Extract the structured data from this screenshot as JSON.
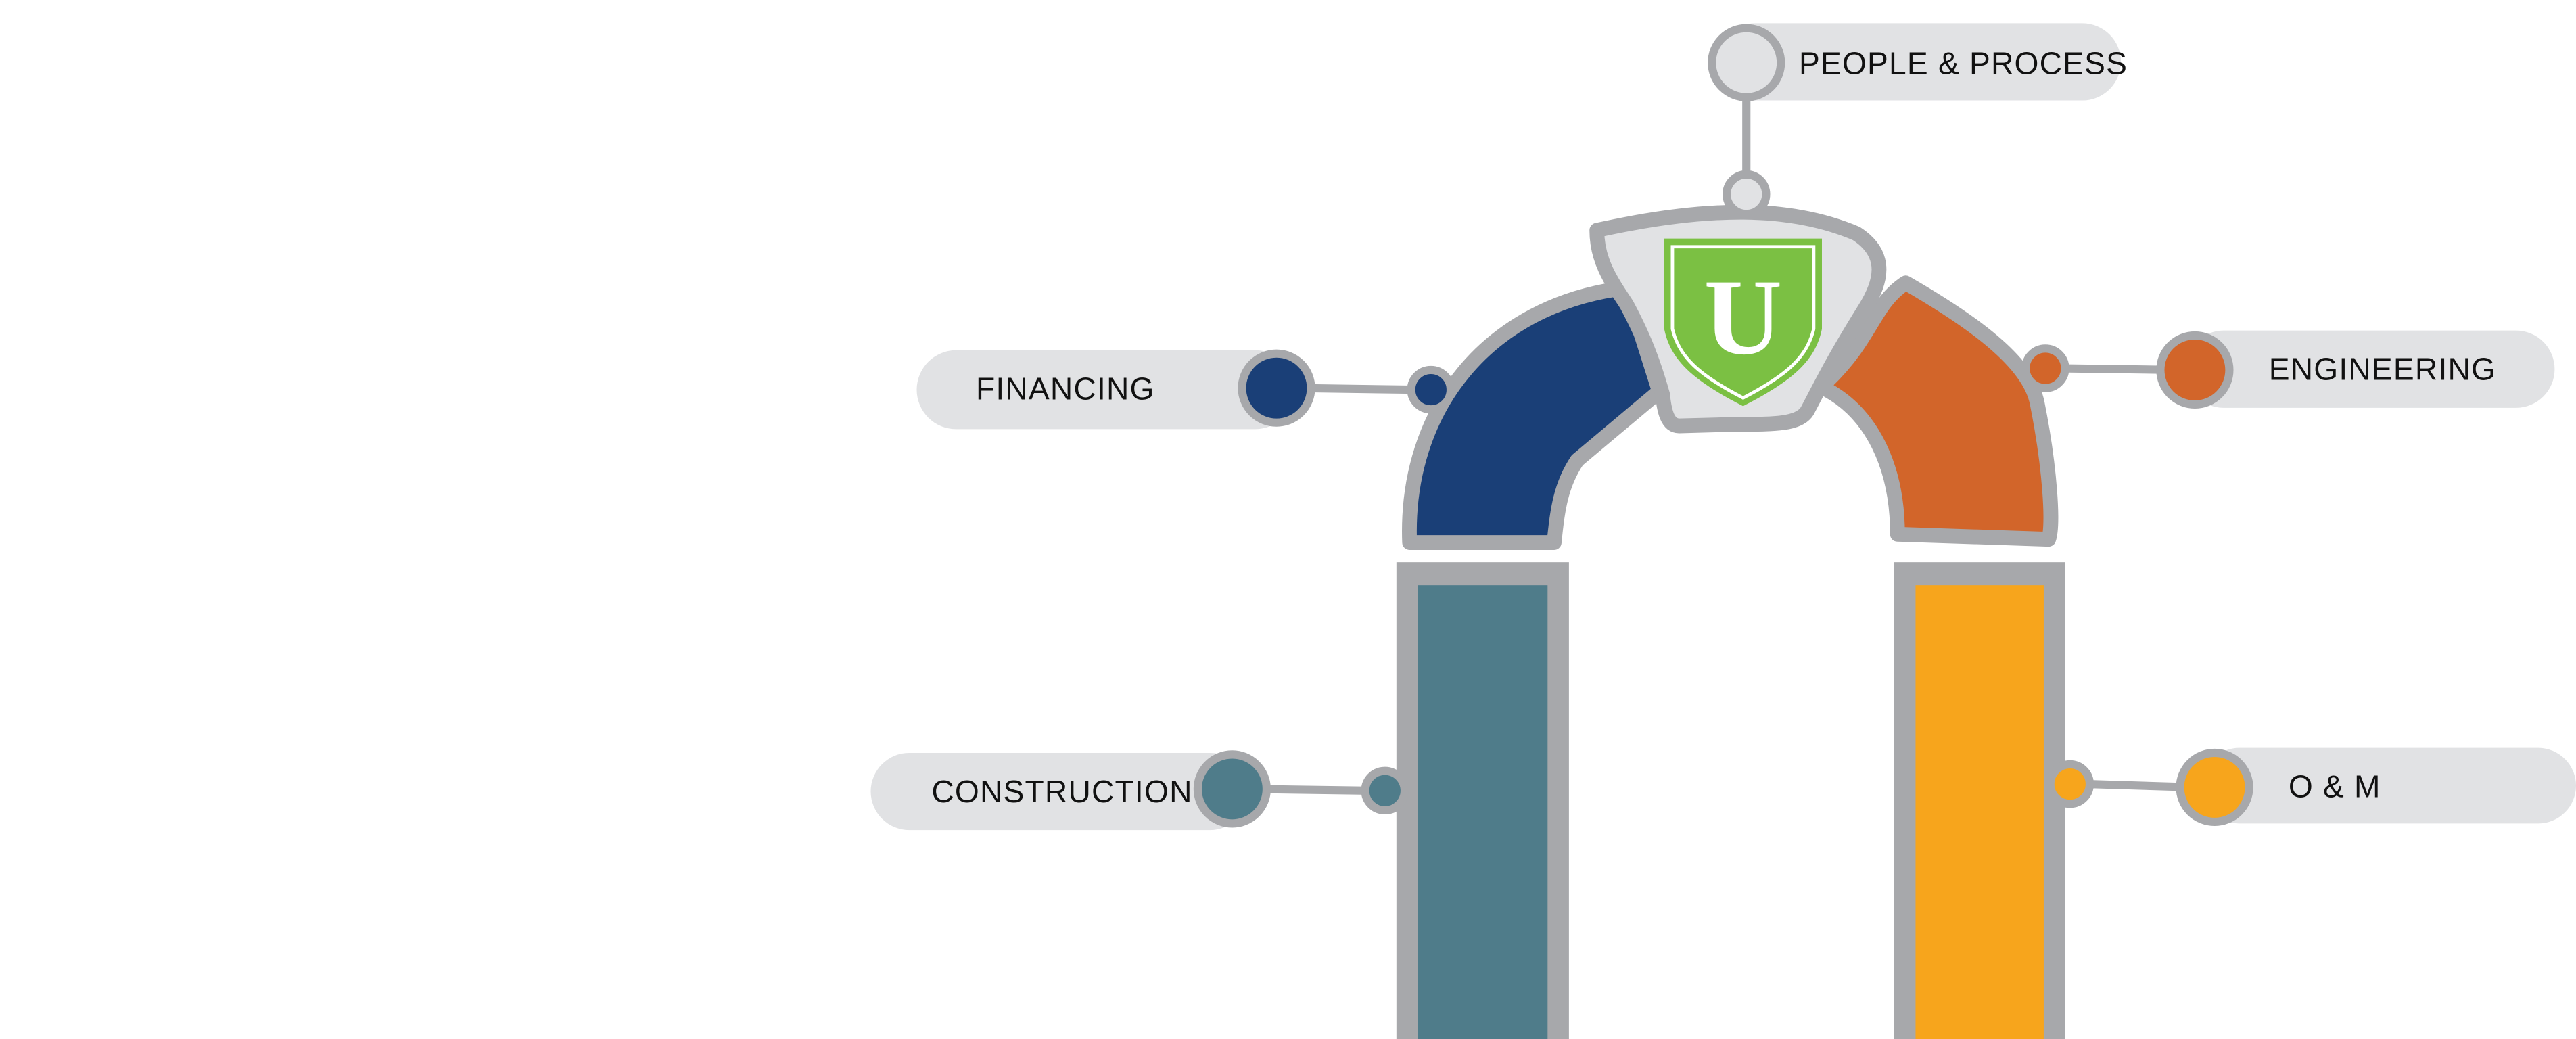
{
  "diagram": {
    "logo_letter": "U",
    "nodes": [
      {
        "id": "people",
        "label": "PEOPLE & PROCESS",
        "color": "#e1e2e4"
      },
      {
        "id": "financing",
        "label": "FINANCING",
        "color": "#1a3f77"
      },
      {
        "id": "engineering",
        "label": "ENGINEERING",
        "color": "#d2652a"
      },
      {
        "id": "construction",
        "label": "CONSTRUCTION",
        "color": "#4f7c8a"
      },
      {
        "id": "om",
        "label": "O & M",
        "color": "#f7a51c"
      }
    ],
    "colors": {
      "outline": "#a7a8ab",
      "pill": "#e1e2e4",
      "shield": "#7bc043"
    }
  }
}
